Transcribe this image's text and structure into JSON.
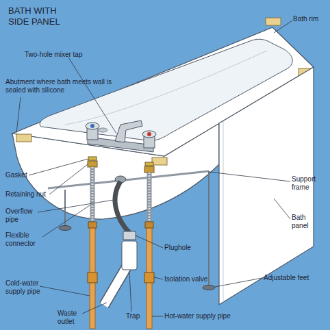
{
  "diagram": {
    "title": "BATH WITH SIDE PANEL",
    "labels": [
      "Bath rim",
      "Two-hole mixer tap",
      "Abutment where bath meets wall is sealed with silicone",
      "Gasket",
      "Retaining nut",
      "Overflow pipe",
      "Flexible connector",
      "Plughole",
      "Support frame",
      "Bath panel",
      "Isolation valve",
      "Adjustable feet",
      "Cold-water supply pipe",
      "Waste outlet",
      "Trap",
      "Hot-water supply pipe"
    ]
  }
}
